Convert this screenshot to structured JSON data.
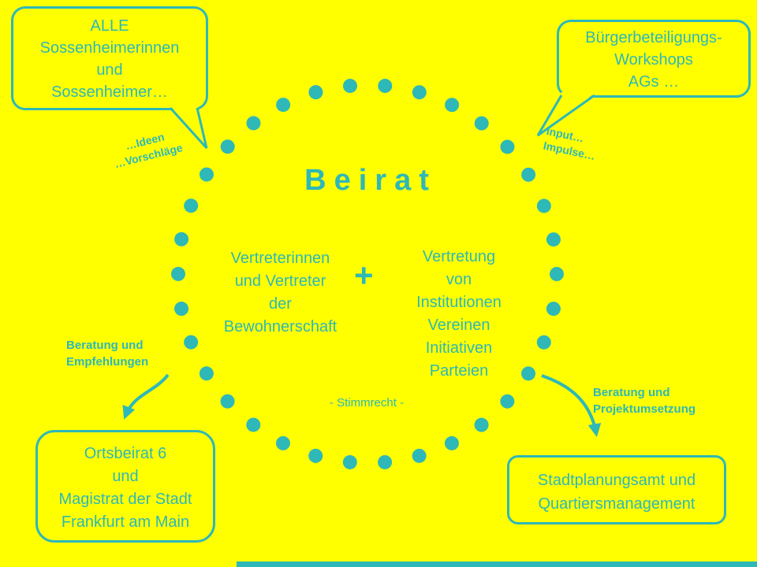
{
  "colors": {
    "background": "#ffff00",
    "accent": "#2eb8b8"
  },
  "center": {
    "title": "Beirat",
    "left_group": [
      "Vertreterinnen",
      "und Vertreter",
      "der",
      "Bewohnerschaft"
    ],
    "plus": "+",
    "right_group": [
      "Vertretung",
      "von",
      "Institutionen",
      "Vereinen",
      "Initiativen",
      "Parteien"
    ],
    "footnote": "- Stimmrecht -"
  },
  "bubbles": {
    "top_left": {
      "lines": [
        "ALLE",
        "Sossenheimerinnen",
        "und",
        "Sossenheimer…"
      ]
    },
    "top_right": {
      "lines": [
        "Bürgerbeteiligungs-",
        "Workshops",
        "AGs …"
      ]
    },
    "bottom_left": {
      "lines": [
        "Ortsbeirat 6",
        "und",
        "Magistrat der Stadt",
        "Frankfurt am Main"
      ]
    },
    "bottom_right": {
      "lines": [
        "Stadtplanungsamt und",
        "Quartiersmanagement"
      ]
    }
  },
  "labels": {
    "ideas": {
      "line1": "…Ideen",
      "line2": "…Vorschläge"
    },
    "input": {
      "line1": "Input…",
      "line2": "Impulse…"
    },
    "advice_left": {
      "line1": "Beratung und",
      "line2": "Empfehlungen"
    },
    "advice_right": {
      "line1": "Beratung und",
      "line2": "Projektumsetzung"
    }
  }
}
